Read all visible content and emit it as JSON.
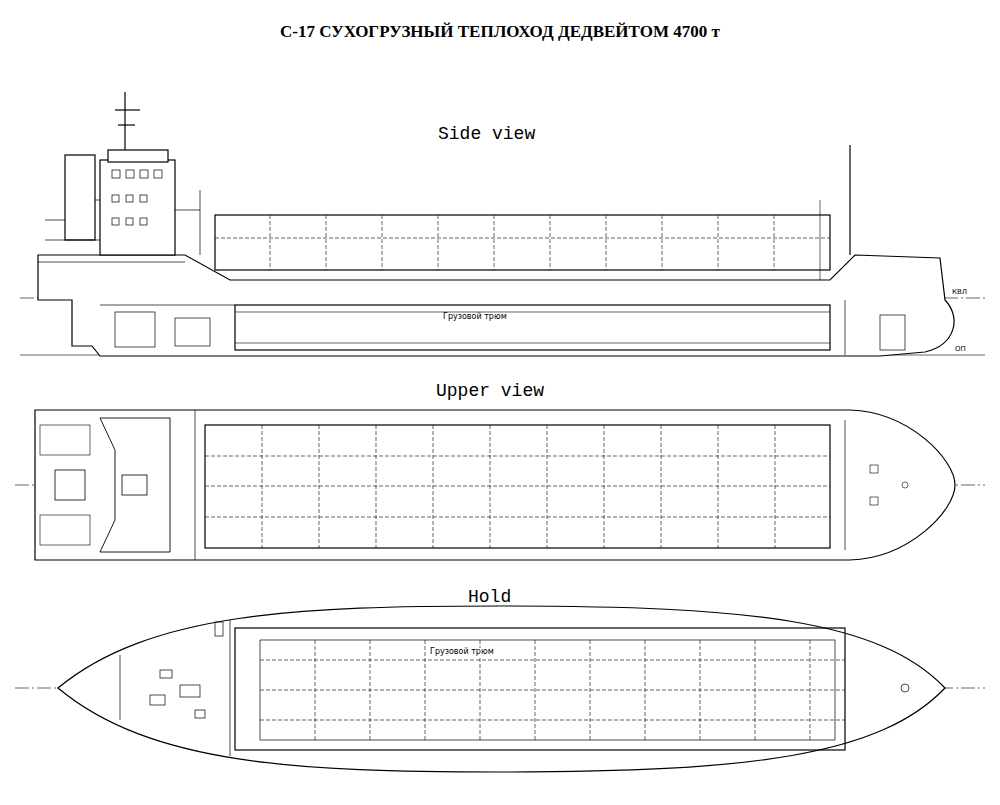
{
  "diagram": {
    "title": "С-17 СУХОГРУЗНЫЙ ТЕПЛОХОД ДЕДВЕЙТОМ 4700 т",
    "labels": [
      "Side view",
      "Upper view",
      "Hold",
      "Грузовой трюм",
      "Грузовой трюм",
      "КВЛ",
      "ОП"
    ]
  }
}
